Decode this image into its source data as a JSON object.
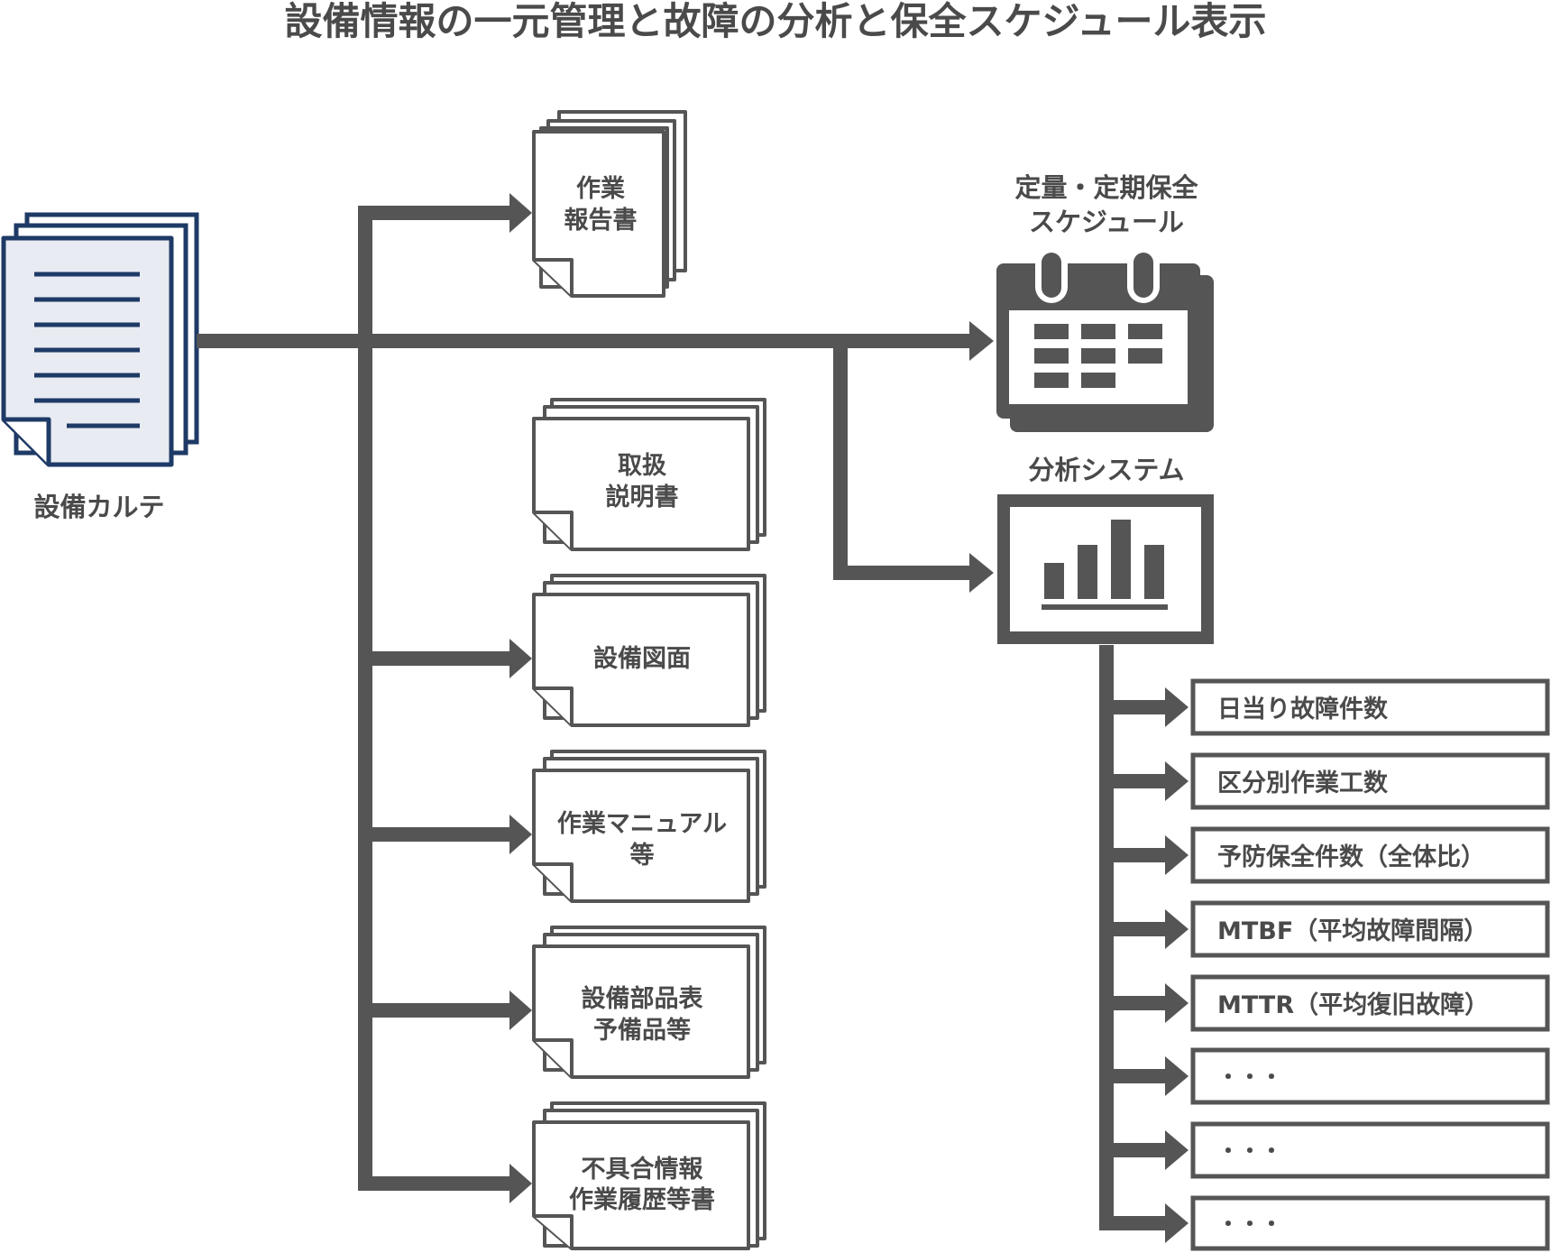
{
  "title": "設備情報の一元管理と故障の分析と保全スケジュール表示",
  "source": {
    "label": "設備カルテ"
  },
  "documents": [
    {
      "line1": "作業",
      "line2": "報告書"
    },
    {
      "line1": "取扱",
      "line2": "説明書"
    },
    {
      "line1": "設備図面",
      "line2": ""
    },
    {
      "line1": "作業マニュアル",
      "line2": "等"
    },
    {
      "line1": "設備部品表",
      "line2": "予備品等"
    },
    {
      "line1": "不具合情報",
      "line2": "作業履歴等書"
    }
  ],
  "schedule": {
    "line1": "定量・定期保全",
    "line2": "スケジュール",
    "icon": "calendar-icon"
  },
  "analysis": {
    "label": "分析システム",
    "icon": "bar-chart-icon"
  },
  "metrics": [
    "日当り故障件数",
    "区分別作業工数",
    "予防保全件数（全体比）",
    "MTBF（平均故障間隔）",
    "MTTR（平均復旧故障）",
    "・・・",
    "・・・",
    "・・・"
  ],
  "colors": {
    "line": "#555555",
    "navy": "#1e3a66",
    "paper": "#e8ebf2",
    "text": "#4a4a4a"
  }
}
